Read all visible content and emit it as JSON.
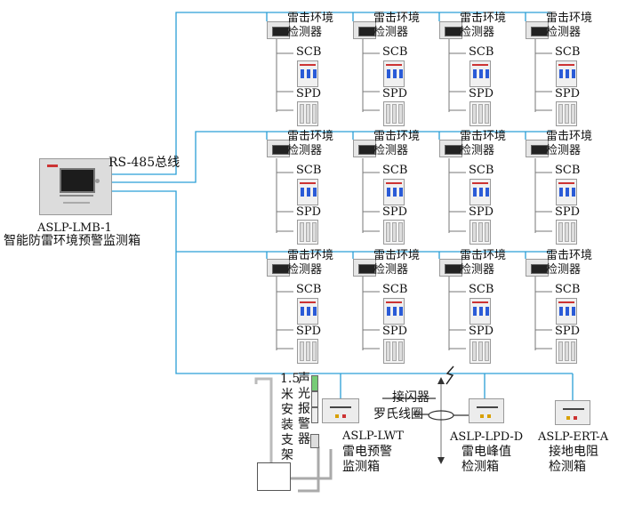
{
  "main_unit": {
    "bus_label": "RS-485总线",
    "model": "ASLP-LMB-1",
    "name": "智能防雷环境预警监测箱"
  },
  "detector": {
    "line1": "雷击环境",
    "line2": "检测器"
  },
  "scb_label": "SCB",
  "spd_label": "SPD",
  "bottom": {
    "bracket_height": "1.5",
    "bracket_text": [
      "米",
      "安",
      "装",
      "支",
      "架"
    ],
    "alarm_text": [
      "声",
      "光",
      "报",
      "警",
      "器"
    ],
    "lwt": {
      "model": "ASLP-LWT",
      "line1": "雷电预警",
      "line2": "监测箱"
    },
    "flash_label": "接闪器",
    "coil_label": "罗氏线圈",
    "lpd": {
      "model": "ASLP-LPD-D",
      "line1": "雷电峰值",
      "line2": "检测箱"
    },
    "ert": {
      "model": "ASLP-ERT-A",
      "line1": "接地电阻",
      "line2": "检测箱"
    }
  },
  "colors": {
    "bus_line": "#2a9fd6",
    "gray_line": "#999999"
  }
}
